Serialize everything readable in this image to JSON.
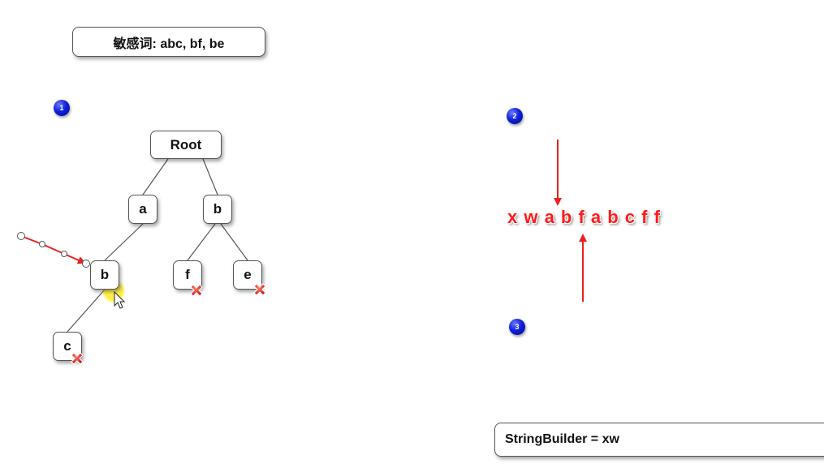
{
  "title": "敏感词: abc, bf, be",
  "tree": {
    "root": "Root",
    "nodes": {
      "a": "a",
      "b1": "b",
      "b2": "b",
      "f": "f",
      "e": "e",
      "c": "c"
    }
  },
  "markers": [
    "1",
    "2",
    "3"
  ],
  "input_string": "x w a b f a b c f f",
  "string_builder": "StringBuilder = xw",
  "colors": {
    "pointer_red": "#ff1a1a",
    "marker_blue": "#1020d8",
    "highlight_yellow": "#ffe600"
  }
}
